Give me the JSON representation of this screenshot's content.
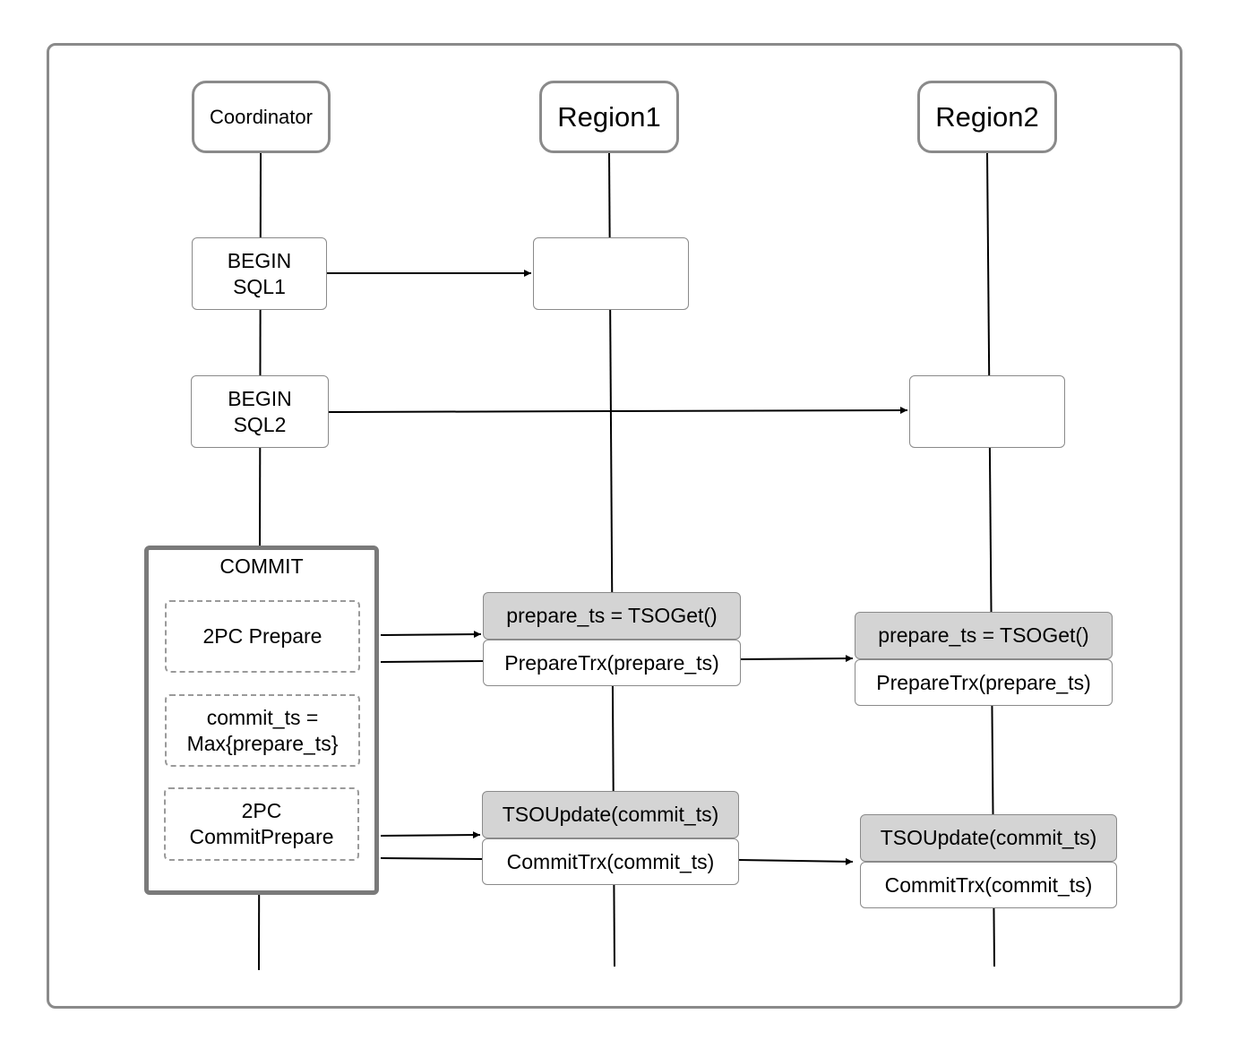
{
  "participants": {
    "coordinator": "Coordinator",
    "region1": "Region1",
    "region2": "Region2"
  },
  "coordinator_steps": {
    "begin_sql1": "BEGIN\nSQL1",
    "begin_sql2": "BEGIN\nSQL2",
    "commit_title": "COMMIT",
    "prepare_2pc": "2PC Prepare",
    "commit_ts": "commit_ts =\nMax{prepare_ts}",
    "commit_prepare_2pc": "2PC\nCommitPrepare"
  },
  "region1_steps": {
    "sql1_box": "",
    "prepare_tso": "prepare_ts = TSOGet()",
    "prepare_trx": "PrepareTrx(prepare_ts)",
    "tso_update": "TSOUpdate(commit_ts)",
    "commit_trx": "CommitTrx(commit_ts)"
  },
  "region2_steps": {
    "sql2_box": "",
    "prepare_tso": "prepare_ts = TSOGet()",
    "prepare_trx": "PrepareTrx(prepare_ts)",
    "tso_update": "TSOUpdate(commit_ts)",
    "commit_trx": "CommitTrx(commit_ts)"
  },
  "colors": {
    "border": "#8a8a8a",
    "highlight_fill": "#d4d4d4",
    "line": "#000000"
  }
}
